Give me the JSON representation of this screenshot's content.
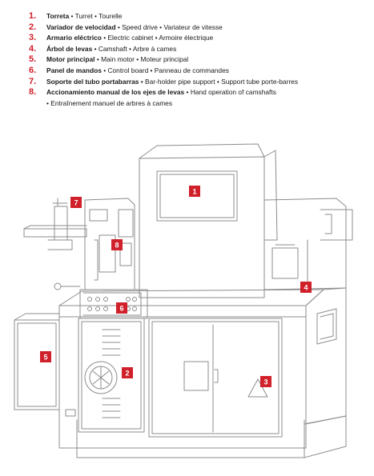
{
  "legend": [
    {
      "num": "1.",
      "es": "Torreta",
      "rest": " • Turret • Tourelle"
    },
    {
      "num": "2.",
      "es": "Variador de velocidad",
      "rest": " • Speed drive • Variateur de vitesse"
    },
    {
      "num": "3.",
      "es": "Armario eléctrico",
      "rest": " • Electric cabinet • Armoire électrique"
    },
    {
      "num": "4.",
      "es": "Árbol de levas",
      "rest": " • Camshaft • Arbre à cames"
    },
    {
      "num": "5.",
      "es": "Motor principal",
      "rest": " • Main motor • Moteur principal"
    },
    {
      "num": "6.",
      "es": "Panel de mandos",
      "rest": " • Control board • Panneau de commandes"
    },
    {
      "num": "7.",
      "es": "Soporte del tubo portabarras",
      "rest": " • Bar-holder pipe support • Support tube porte-barres"
    },
    {
      "num": "8.",
      "es": "Accionamiento manual de los ejes de levas",
      "rest": " • Hand operation of camshafts",
      "cont": "• Entraînement manuel de arbres à cames"
    }
  ],
  "badges": [
    "1",
    "2",
    "3",
    "4",
    "5",
    "6",
    "7",
    "8"
  ],
  "colors": {
    "accent": "#d0202a",
    "line": "#8c8c8c"
  }
}
